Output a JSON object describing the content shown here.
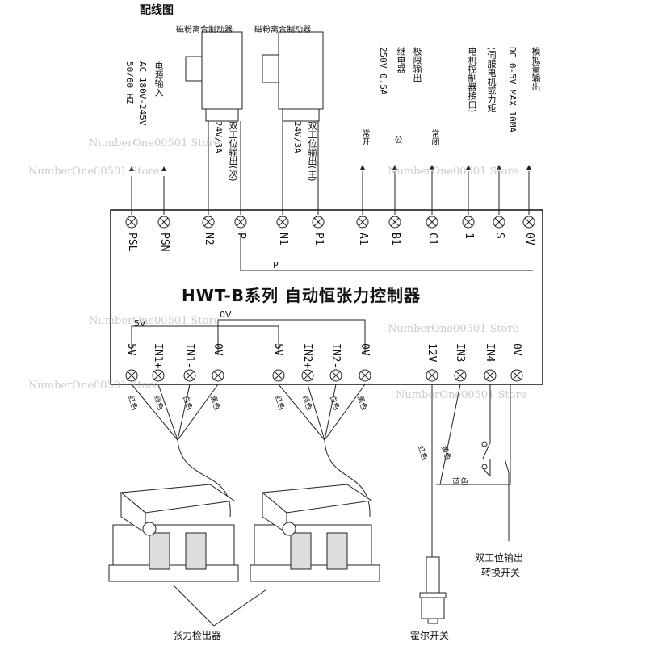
{
  "diagram_title": "配线图",
  "top_left": {
    "power_input_line1": "电源输入",
    "power_input_line2": "AC 180V-245V",
    "power_input_line3": "50/60 HZ"
  },
  "brakes": [
    {
      "label": "磁粉离合制动器",
      "output_line1": "双工位输出(次)",
      "output_line2": "24V/3A"
    },
    {
      "label": "磁粉离合制动器",
      "output_line1": "双工位输出(主)",
      "output_line2": "24V/3A"
    }
  ],
  "top_right": {
    "relay_line1": "极限输出",
    "relay_line2": "继电器",
    "relay_line3": "250V 0.5A",
    "no_label": "常开",
    "com_label": "公",
    "nc_label": "常闭",
    "analog_line1": "模拟量输出",
    "analog_line2": "DC 0-5V MAX 10MA",
    "analog_line3": "(伺服电机或力矩",
    "analog_line4": "电机控制器接口)"
  },
  "controller_title": "HWT-B系列 自动恒张力控制器",
  "top_terminals": [
    "PSL",
    "PSN",
    "N2",
    "P",
    "N1",
    "P1",
    "A1",
    "B1",
    "C1",
    "1",
    "S",
    "0V"
  ],
  "inner_label_p": "P",
  "inner_label_5v": "5V",
  "inner_label_0v": "0V",
  "bottom_terminals_group1": [
    "5V",
    "IN1+",
    "IN1-",
    "0V"
  ],
  "bottom_terminals_group2": [
    "5V",
    "IN2+",
    "IN2-",
    "0V"
  ],
  "bottom_terminals_group3": [
    "12V",
    "IN3",
    "IN4",
    "0V"
  ],
  "wire_colors_sensor": [
    "红色",
    "绿色",
    "白色",
    "黑色"
  ],
  "wire_colors_hall": [
    "红色",
    "黄色",
    "蓝色"
  ],
  "switch_label_line1": "双工位输出",
  "switch_label_line2": "转换开关",
  "tension_detector_label": "张力检出器",
  "hall_switch_label": "霍尔开关",
  "watermark": "NumberOne00501 Store"
}
